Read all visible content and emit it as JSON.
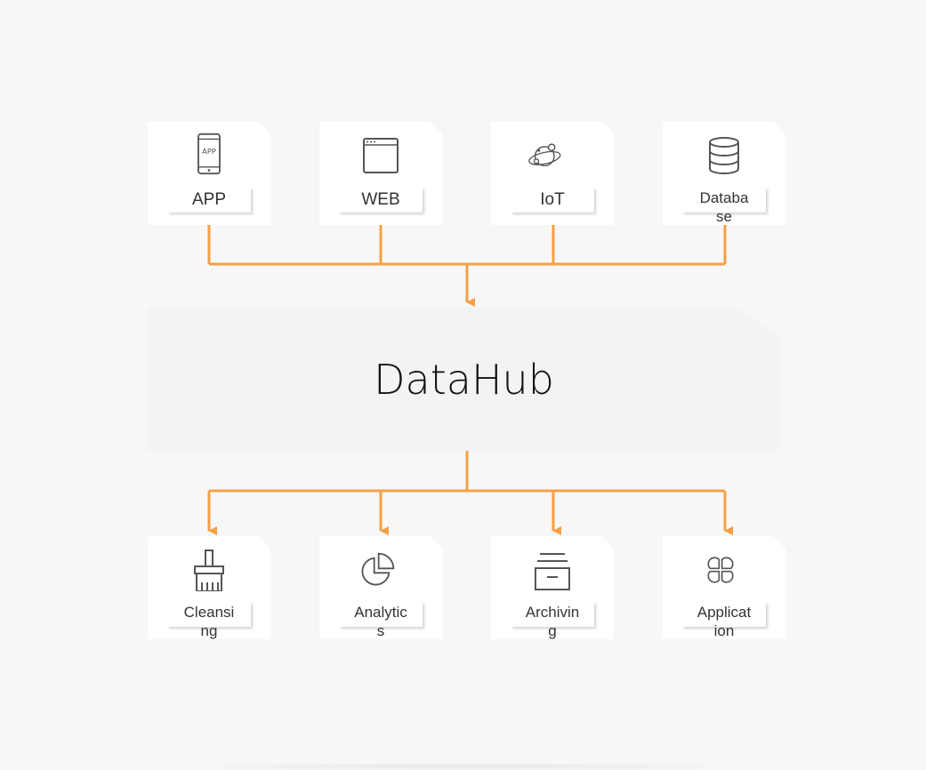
{
  "hub": {
    "label": "DataHub"
  },
  "sources": [
    {
      "label": "APP",
      "icon": "mobile-app-icon",
      "icon_text": "APP"
    },
    {
      "label": "WEB",
      "icon": "browser-window-icon"
    },
    {
      "label": "IoT",
      "icon": "iot-globe-icon"
    },
    {
      "label": "Database",
      "icon": "database-icon"
    }
  ],
  "targets": [
    {
      "label": "Cleansing",
      "icon": "brush-icon"
    },
    {
      "label": "Analytics",
      "icon": "pie-chart-icon"
    },
    {
      "label": "Archiving",
      "icon": "archive-box-icon"
    },
    {
      "label": "Application",
      "icon": "clover-apps-icon"
    }
  ],
  "colors": {
    "connector": "#f5a045",
    "icon_stroke": "#555555",
    "hub_fill": "#f2f3f5",
    "card_fill": "#ffffff",
    "background": "#f7f7f7"
  }
}
